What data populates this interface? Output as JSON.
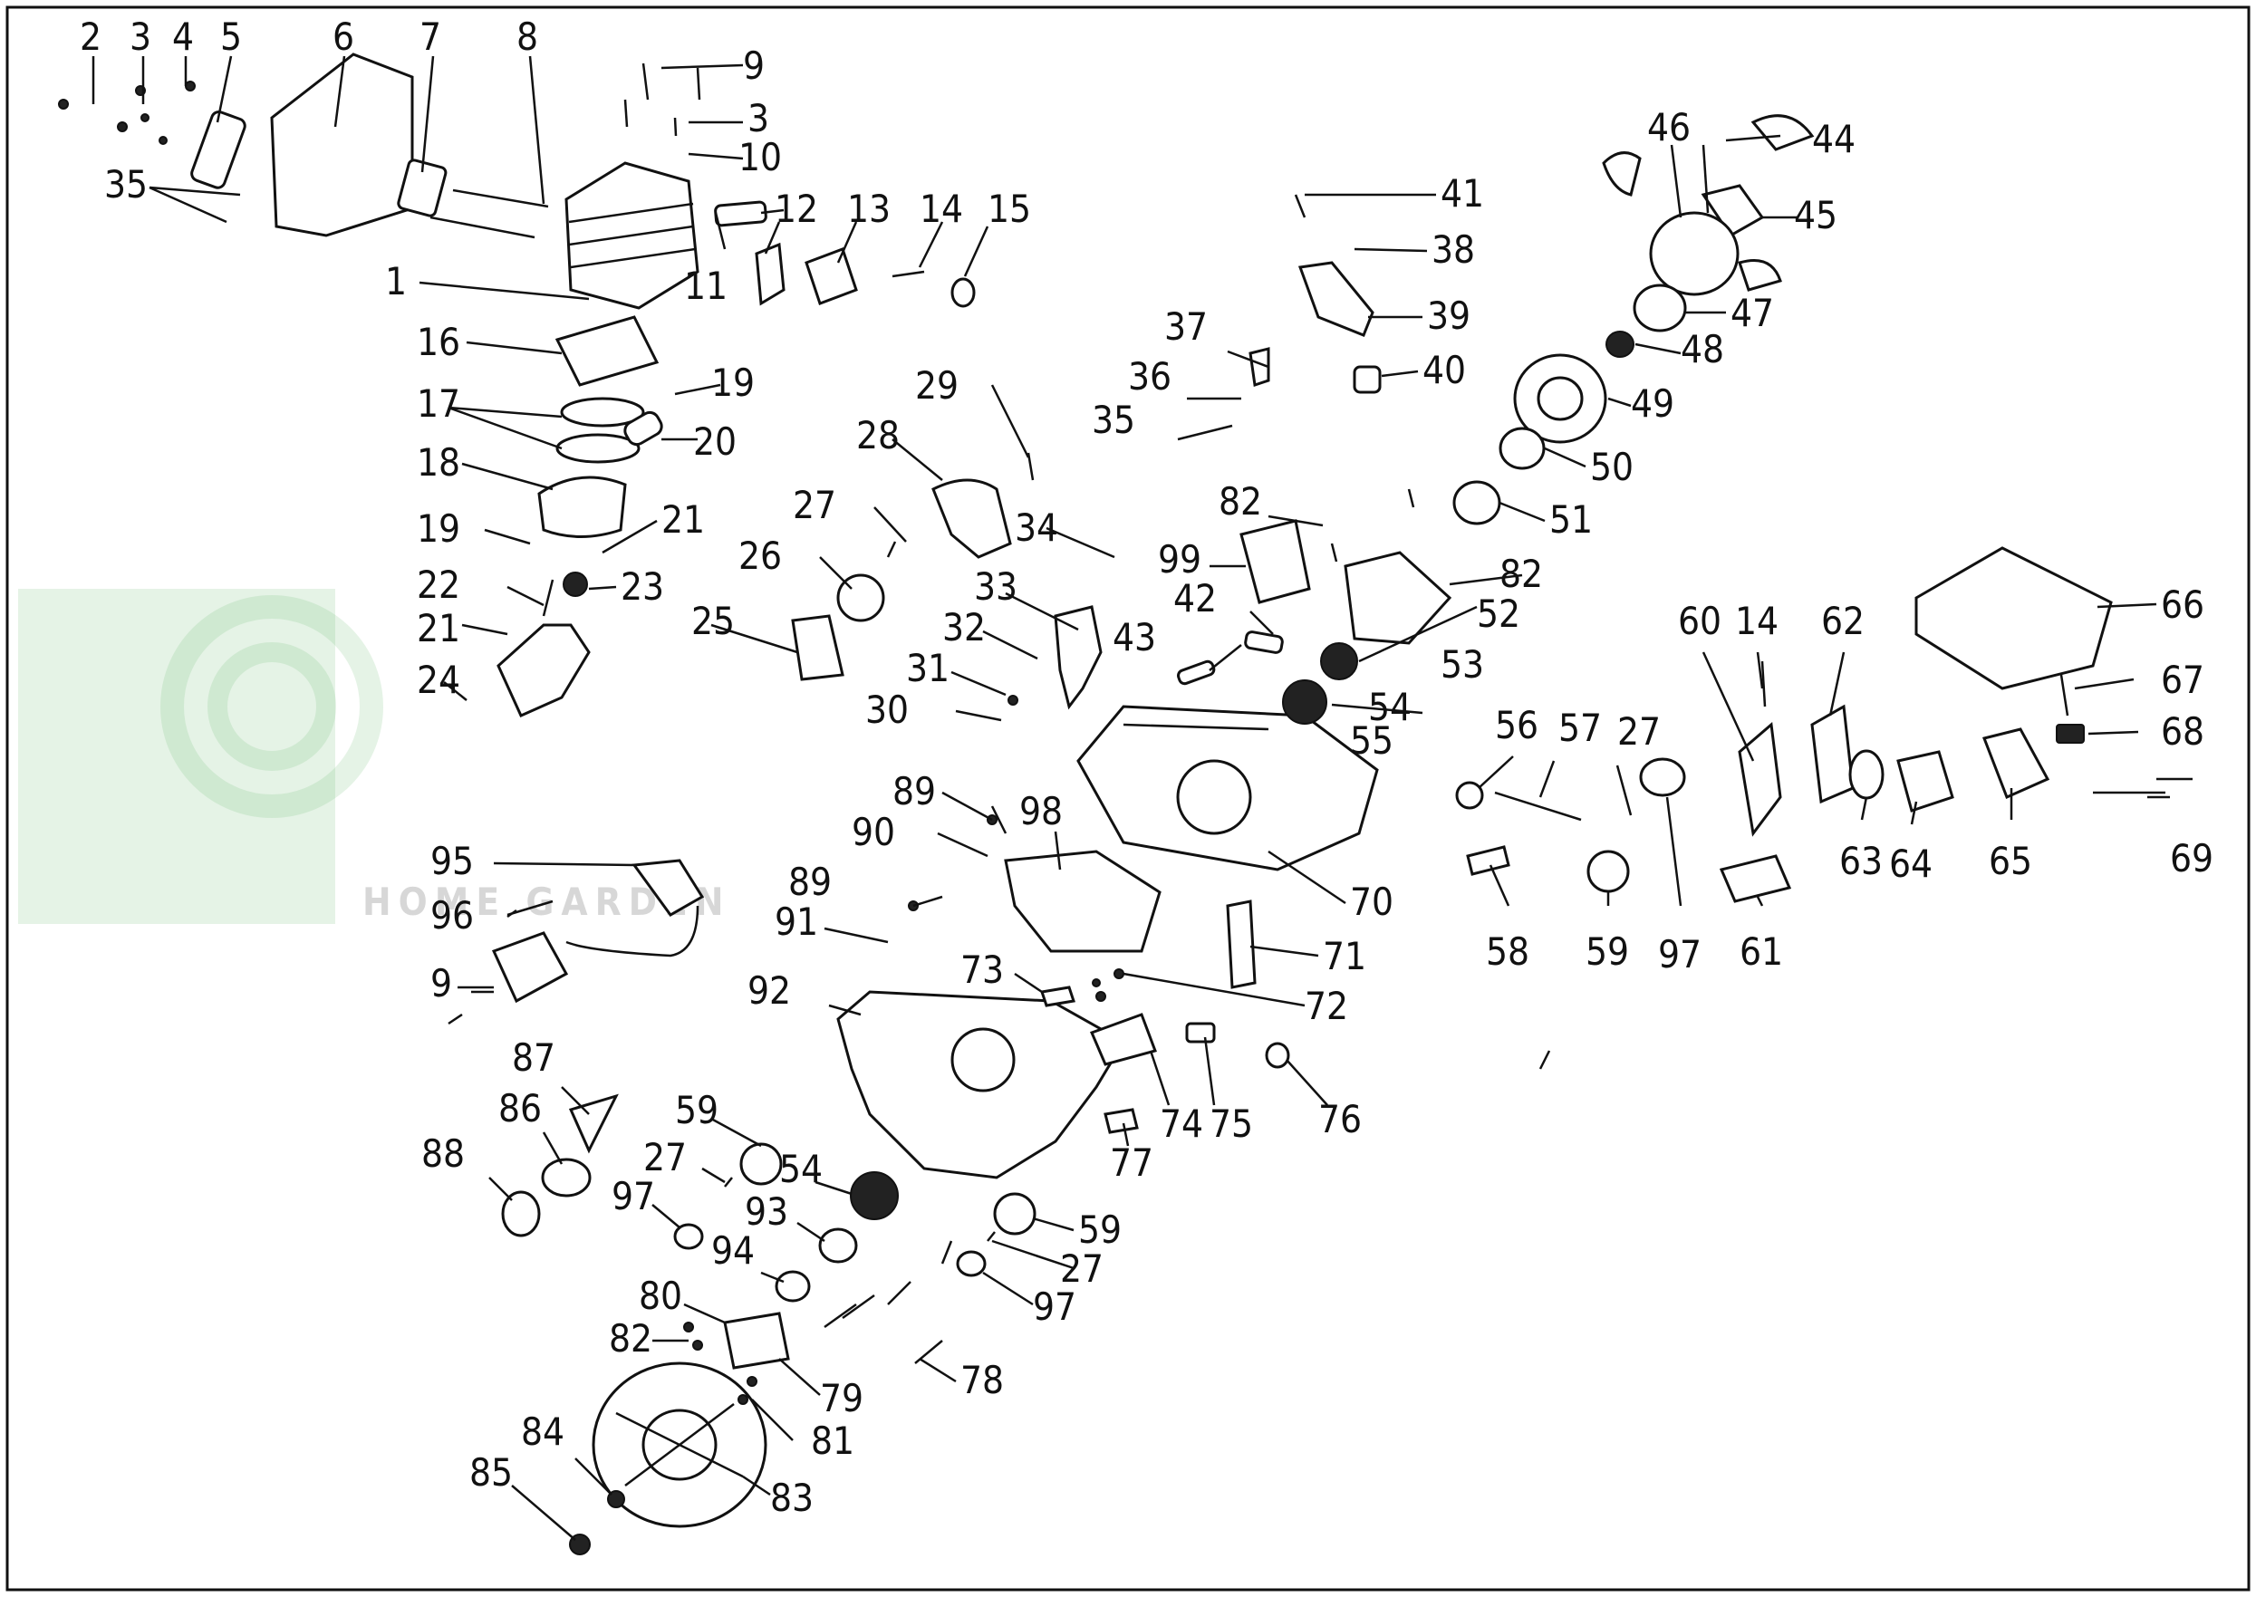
{
  "watermark": {
    "text": "HOME GARDEN",
    "color": "#6fbf73"
  },
  "labels": [
    {
      "id": "l2",
      "text": "2"
    },
    {
      "id": "l3a",
      "text": "3"
    },
    {
      "id": "l4",
      "text": "4"
    },
    {
      "id": "l5",
      "text": "5"
    },
    {
      "id": "l6",
      "text": "6"
    },
    {
      "id": "l7",
      "text": "7"
    },
    {
      "id": "l8",
      "text": "8"
    },
    {
      "id": "l9a",
      "text": "9"
    },
    {
      "id": "l3b",
      "text": "3"
    },
    {
      "id": "l10",
      "text": "10"
    },
    {
      "id": "l35a",
      "text": "35"
    },
    {
      "id": "l12",
      "text": "12"
    },
    {
      "id": "l13",
      "text": "13"
    },
    {
      "id": "l14a",
      "text": "14"
    },
    {
      "id": "l15",
      "text": "15"
    },
    {
      "id": "l11",
      "text": "11"
    },
    {
      "id": "l1",
      "text": "1"
    },
    {
      "id": "l16",
      "text": "16"
    },
    {
      "id": "l17",
      "text": "17"
    },
    {
      "id": "l19a",
      "text": "19"
    },
    {
      "id": "l20",
      "text": "20"
    },
    {
      "id": "l18",
      "text": "18"
    },
    {
      "id": "l19b",
      "text": "19"
    },
    {
      "id": "l21a",
      "text": "21"
    },
    {
      "id": "l22",
      "text": "22"
    },
    {
      "id": "l23",
      "text": "23"
    },
    {
      "id": "l21b",
      "text": "21"
    },
    {
      "id": "l24",
      "text": "24"
    },
    {
      "id": "l25",
      "text": "25"
    },
    {
      "id": "l26",
      "text": "26"
    },
    {
      "id": "l27a",
      "text": "27"
    },
    {
      "id": "l28",
      "text": "28"
    },
    {
      "id": "l29",
      "text": "29"
    },
    {
      "id": "l34",
      "text": "34"
    },
    {
      "id": "l33",
      "text": "33"
    },
    {
      "id": "l32",
      "text": "32"
    },
    {
      "id": "l31",
      "text": "31"
    },
    {
      "id": "l30",
      "text": "30"
    },
    {
      "id": "l41",
      "text": "41"
    },
    {
      "id": "l38",
      "text": "38"
    },
    {
      "id": "l39",
      "text": "39"
    },
    {
      "id": "l40",
      "text": "40"
    },
    {
      "id": "l37",
      "text": "37"
    },
    {
      "id": "l36",
      "text": "36"
    },
    {
      "id": "l35b",
      "text": "35"
    },
    {
      "id": "l82a",
      "text": "82"
    },
    {
      "id": "l99",
      "text": "99"
    },
    {
      "id": "l82b",
      "text": "82"
    },
    {
      "id": "l42",
      "text": "42"
    },
    {
      "id": "l43",
      "text": "43"
    },
    {
      "id": "l52",
      "text": "52"
    },
    {
      "id": "l53",
      "text": "53"
    },
    {
      "id": "l54a",
      "text": "54"
    },
    {
      "id": "l55",
      "text": "55"
    },
    {
      "id": "l46",
      "text": "46"
    },
    {
      "id": "l44",
      "text": "44"
    },
    {
      "id": "l45",
      "text": "45"
    },
    {
      "id": "l47",
      "text": "47"
    },
    {
      "id": "l48",
      "text": "48"
    },
    {
      "id": "l49",
      "text": "49"
    },
    {
      "id": "l50",
      "text": "50"
    },
    {
      "id": "l51",
      "text": "51"
    },
    {
      "id": "l66",
      "text": "66"
    },
    {
      "id": "l67",
      "text": "67"
    },
    {
      "id": "l68",
      "text": "68"
    },
    {
      "id": "l69",
      "text": "69"
    },
    {
      "id": "l60",
      "text": "60"
    },
    {
      "id": "l14b",
      "text": "14"
    },
    {
      "id": "l62",
      "text": "62"
    },
    {
      "id": "l63",
      "text": "63"
    },
    {
      "id": "l64",
      "text": "64"
    },
    {
      "id": "l65",
      "text": "65"
    },
    {
      "id": "l56",
      "text": "56"
    },
    {
      "id": "l57",
      "text": "57"
    },
    {
      "id": "l27b",
      "text": "27"
    },
    {
      "id": "l58",
      "text": "58"
    },
    {
      "id": "l59a",
      "text": "59"
    },
    {
      "id": "l97a",
      "text": "97"
    },
    {
      "id": "l61",
      "text": "61"
    },
    {
      "id": "l70",
      "text": "70"
    },
    {
      "id": "l71",
      "text": "71"
    },
    {
      "id": "l72",
      "text": "72"
    },
    {
      "id": "l89a",
      "text": "89"
    },
    {
      "id": "l90",
      "text": "90"
    },
    {
      "id": "l98",
      "text": "98"
    },
    {
      "id": "l89b",
      "text": "89"
    },
    {
      "id": "l91",
      "text": "91"
    },
    {
      "id": "l95",
      "text": "95"
    },
    {
      "id": "l96",
      "text": "96"
    },
    {
      "id": "l9b",
      "text": "9"
    },
    {
      "id": "l92",
      "text": "92"
    },
    {
      "id": "l73",
      "text": "73"
    },
    {
      "id": "l74",
      "text": "74"
    },
    {
      "id": "l75",
      "text": "75"
    },
    {
      "id": "l76",
      "text": "76"
    },
    {
      "id": "l77",
      "text": "77"
    },
    {
      "id": "l87",
      "text": "87"
    },
    {
      "id": "l86",
      "text": "86"
    },
    {
      "id": "l88",
      "text": "88"
    },
    {
      "id": "l59b",
      "text": "59"
    },
    {
      "id": "l27c",
      "text": "27"
    },
    {
      "id": "l54b",
      "text": "54"
    },
    {
      "id": "l93",
      "text": "93"
    },
    {
      "id": "l97b",
      "text": "97"
    },
    {
      "id": "l94",
      "text": "94"
    },
    {
      "id": "l59c",
      "text": "59"
    },
    {
      "id": "l27d",
      "text": "27"
    },
    {
      "id": "l97c",
      "text": "97"
    },
    {
      "id": "l80",
      "text": "80"
    },
    {
      "id": "l82c",
      "text": "82"
    },
    {
      "id": "l79",
      "text": "79"
    },
    {
      "id": "l81",
      "text": "81"
    },
    {
      "id": "l78",
      "text": "78"
    },
    {
      "id": "l83",
      "text": "83"
    },
    {
      "id": "l84",
      "text": "84"
    },
    {
      "id": "l85",
      "text": "85"
    }
  ]
}
